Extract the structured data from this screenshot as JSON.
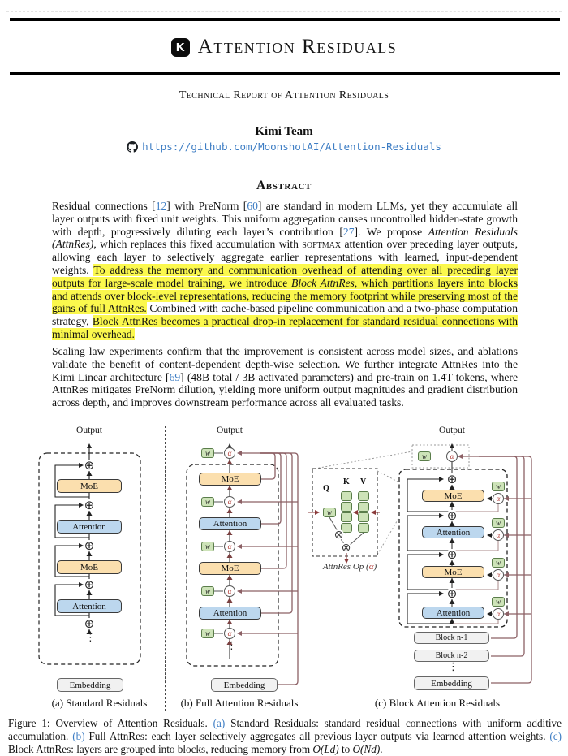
{
  "page": {
    "header": {
      "logo_letter": "K",
      "title": "Attention Residuals",
      "subtitle": "Technical Report of Attention Residuals",
      "team": "Kimi Team",
      "repo_url": "https://github.com/MoonshotAI/Attention-Residuals"
    },
    "abstract_heading": "Abstract",
    "abstract_para1": [
      {
        "t": "Residual connections ["
      },
      {
        "t": "12",
        "c": true
      },
      {
        "t": "] with PreNorm ["
      },
      {
        "t": "60",
        "c": true
      },
      {
        "t": "] are standard in modern LLMs, yet they accumulate all layer outputs with fixed unit weights. This uniform aggregation causes uncontrolled hidden-state growth with depth, progressively diluting each layer’s contribution ["
      },
      {
        "t": "27",
        "c": true
      },
      {
        "t": "]. We propose "
      },
      {
        "t": "Attention Residuals (AttnRes)",
        "i": true
      },
      {
        "t": ", which replaces this fixed accumulation with "
      },
      {
        "t": "softmax",
        "sc": true
      },
      {
        "t": " attention over preceding layer outputs, allowing each layer to selectively aggregate earlier representations with learned, input-dependent weights. "
      },
      {
        "t": "To address the memory and communication overhead of attending over all preceding layer outputs for large-scale model training, we introduce ",
        "h": true
      },
      {
        "t": "Block AttnRes",
        "h": true,
        "i": true
      },
      {
        "t": ", which partitions layers into blocks and attends over block-level representations, reducing the memory footprint while preserving most of the gains of full AttnRes.",
        "h": true
      },
      {
        "t": " Combined with cache-based pipeline communication and a two-phase computation strategy, "
      },
      {
        "t": "Block AttnRes becomes a practical drop-in replacement for standard residual connections with minimal overhead.",
        "h": true
      }
    ],
    "abstract_para2": [
      {
        "t": "Scaling law experiments confirm that the improvement is consistent across model sizes, and ablations validate the benefit of content-dependent depth-wise selection. We further integrate AttnRes into the Kimi Linear architecture ["
      },
      {
        "t": "69",
        "c": true
      },
      {
        "t": "] (48B total / 3B activated parameters) and pre-train on 1.4T tokens, where AttnRes mitigates PreNorm dilution, yielding more uniform output magnitudes and gradient distribution across depth, and improves downstream performance across all evaluated tasks."
      }
    ],
    "figure_caption": [
      {
        "t": "Figure 1: Overview of Attention Residuals. "
      },
      {
        "t": "(a)",
        "c": true
      },
      {
        "t": " Standard Residuals: standard residual connections with uniform additive accumulation. "
      },
      {
        "t": "(b)",
        "c": true
      },
      {
        "t": " Full AttnRes: each layer selectively aggregates all previous layer outputs via learned attention weights. "
      },
      {
        "t": "(c)",
        "c": true
      },
      {
        "t": " Block AttnRes: layers are grouped into blocks, reducing memory from "
      },
      {
        "t": "O(Ld)",
        "i": true
      },
      {
        "t": " to "
      },
      {
        "t": "O(Nd)",
        "i": true
      },
      {
        "t": "."
      }
    ]
  },
  "figure": {
    "output_label": "Output",
    "moe_label": "MoE",
    "attention_label": "Attention",
    "embedding_label": "Embedding",
    "dots": "⋮",
    "alpha": "α",
    "w": "w",
    "plus": "⊕",
    "otimes": "⊗",
    "a": {
      "caption": "(a) Standard Residuals"
    },
    "b": {
      "caption": "(b) Full Attention Residuals"
    },
    "c": {
      "caption": "(c) Block Attention Residuals",
      "block_n1": "Block n-1",
      "block_n2": "Block n-2",
      "q": "Q",
      "k": "K",
      "v": "V",
      "op_label_pre": "AttnRes Op (",
      "op_label_post": ")"
    },
    "colors": {
      "moe_fill": "#fbdfae",
      "attention_fill": "#bcd7ee",
      "green_fill": "#cde3b8",
      "gray_fill": "#f1f1f1",
      "residual_line": "#8c6065",
      "alpha_red": "#b03a34",
      "link_blue": "#3d7dc4",
      "highlight": "#fbf84d"
    }
  }
}
